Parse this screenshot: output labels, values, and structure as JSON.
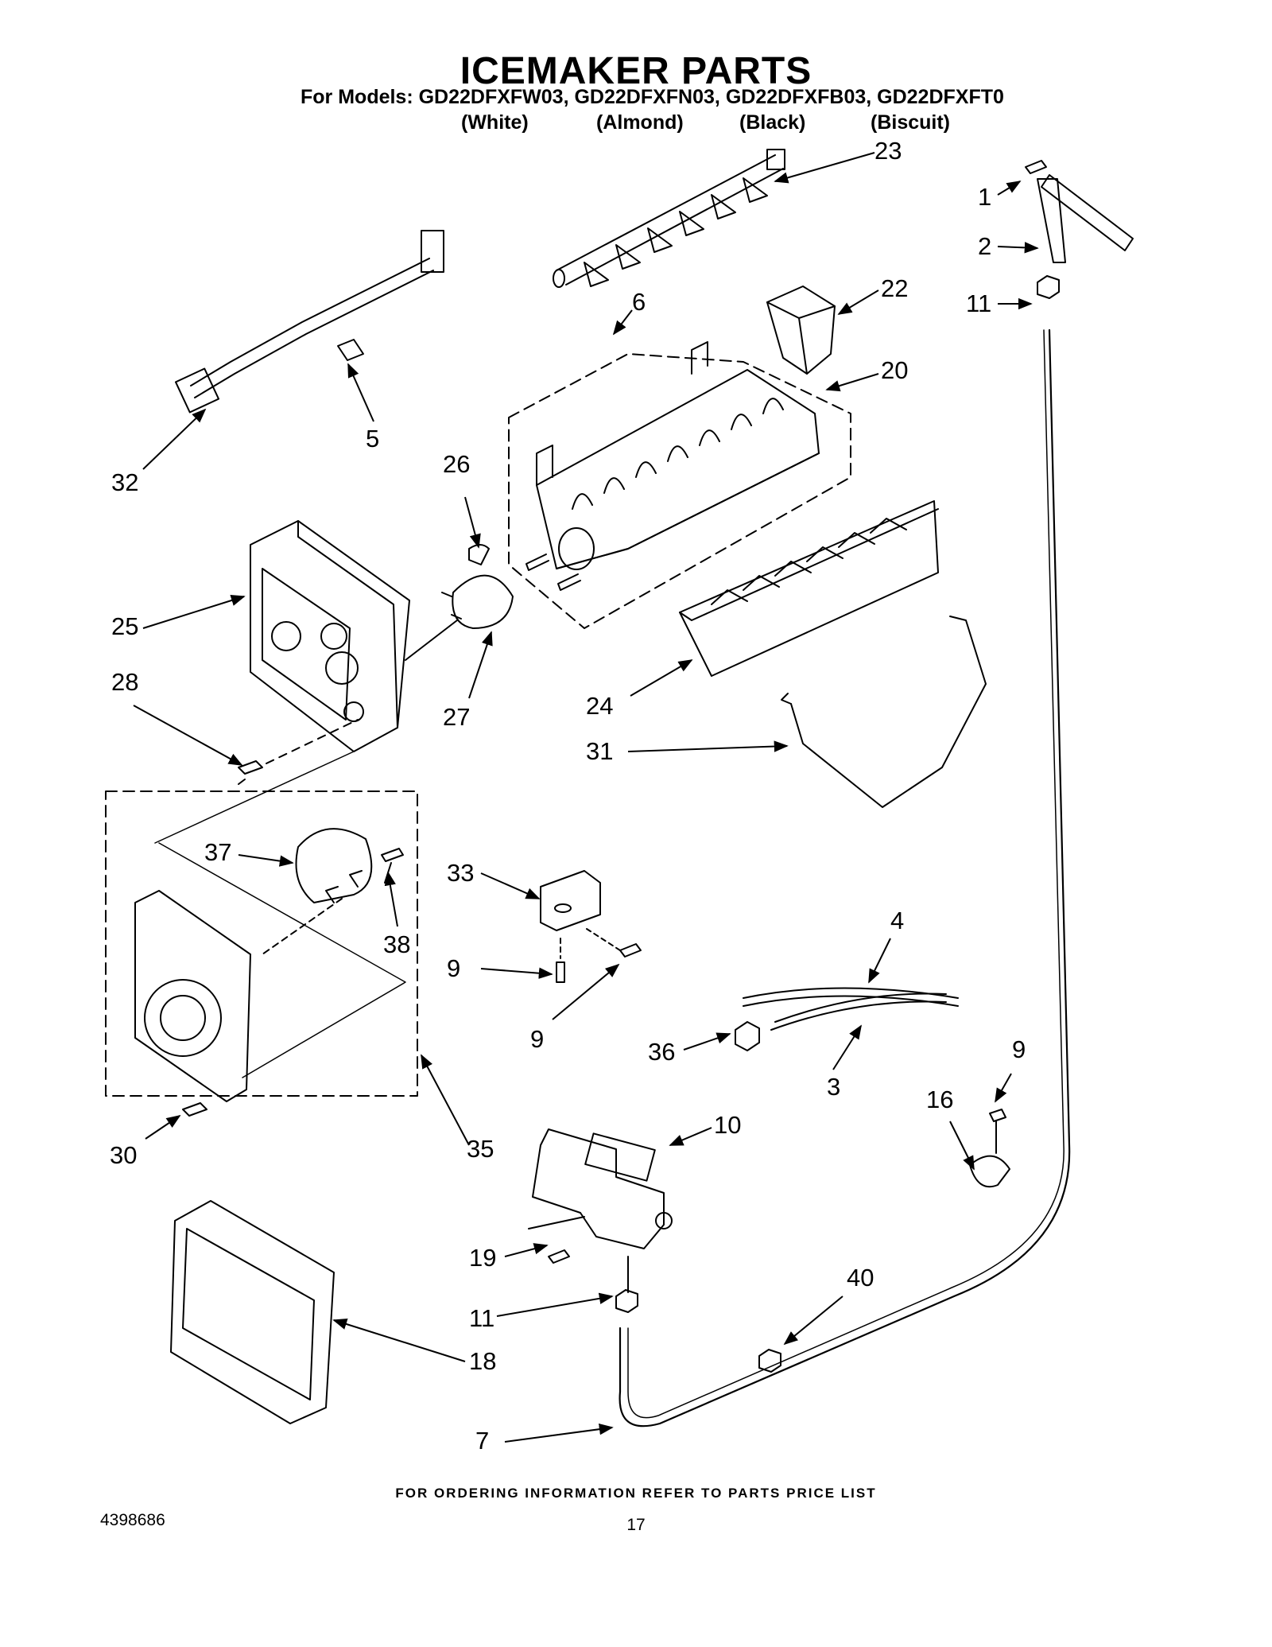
{
  "title": "ICEMAKER PARTS",
  "models_line": "For Models: GD22DFXFW03, GD22DFXFN03, GD22DFXFB03, GD22DFXFT0",
  "colors": [
    "(White)",
    "(Almond)",
    "(Black)",
    "(Biscuit)"
  ],
  "callouts": [
    "23",
    "1",
    "2",
    "11",
    "22",
    "6",
    "20",
    "5",
    "32",
    "26",
    "25",
    "28",
    "27",
    "24",
    "31",
    "37",
    "33",
    "38",
    "9",
    "9",
    "4",
    "9",
    "36",
    "3",
    "9",
    "16",
    "10",
    "30",
    "35",
    "19",
    "11",
    "40",
    "18",
    "7"
  ],
  "footer": "FOR ORDERING INFORMATION REFER TO PARTS PRICE LIST",
  "doc_number": "4398686",
  "page_number": "17"
}
